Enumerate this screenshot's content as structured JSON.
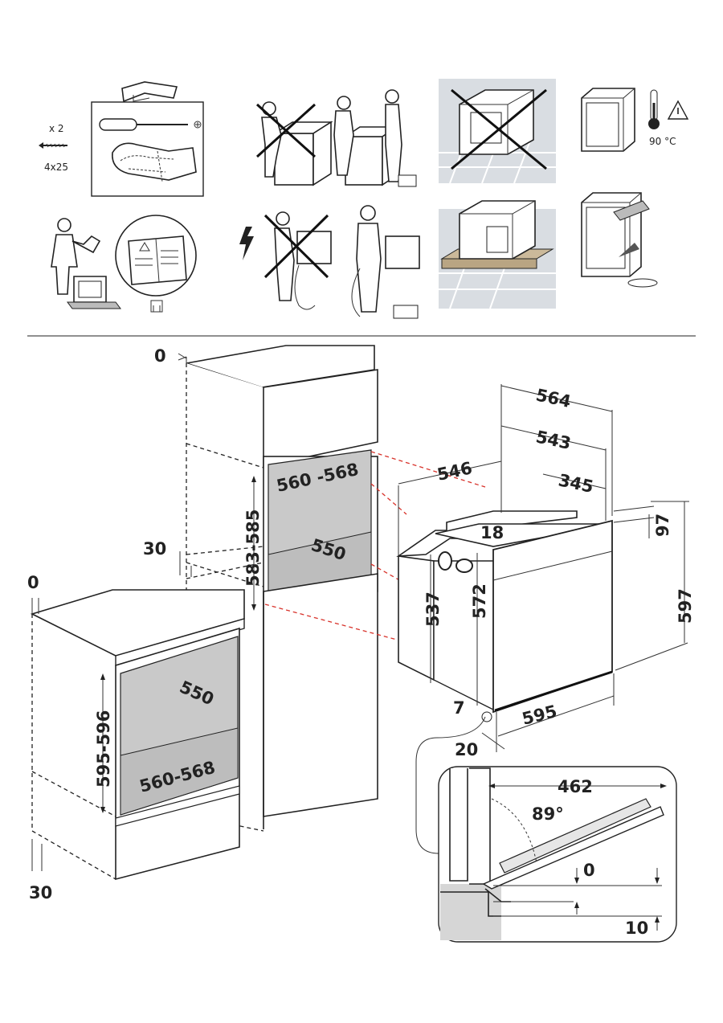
{
  "top": {
    "kit": {
      "qty": "x 2",
      "screw_size": "4x25"
    },
    "temperature": "90 °C"
  },
  "column_cabinet": {
    "top_gap": "0",
    "cutout_width": "560 -568",
    "cutout_height": "583-585",
    "cutout_depth": "550",
    "side_gap": "30"
  },
  "base_cabinet": {
    "top_gap": "0",
    "cutout_height": "595-596",
    "cutout_depth": "550",
    "cutout_width": "560-568",
    "bottom_gap": "30"
  },
  "oven": {
    "total_depth": "564",
    "body_depth": "543",
    "side_depth": "546",
    "top_depth": "345",
    "top_offset": "18",
    "panel_top": "97",
    "front_height": "597",
    "body_height": "537",
    "inner_height": "572",
    "bottom_gap": "7",
    "front_width": "595",
    "front_offset": "20"
  },
  "door_detail": {
    "door_length": "462",
    "angle": "89°",
    "gap_top": "0",
    "gap_bottom": "10"
  }
}
